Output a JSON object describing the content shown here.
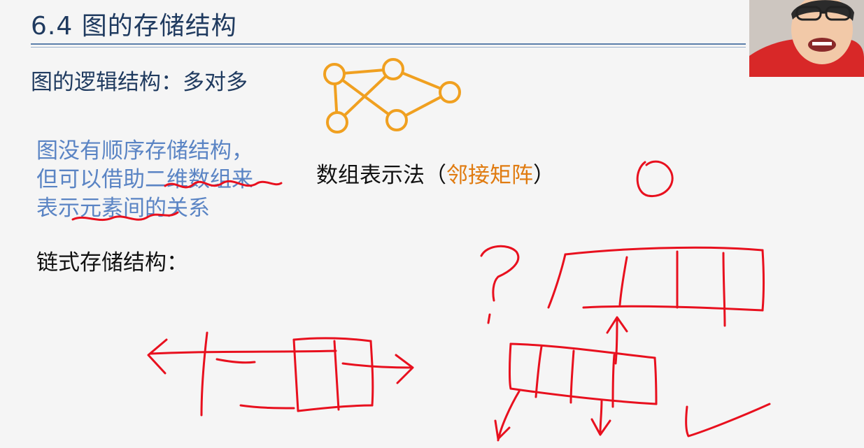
{
  "slide": {
    "title": "6.4 图的存储结构",
    "logic_label": "图的逻辑结构：多对多",
    "note_lines": [
      "图没有顺序存储结构，",
      "但可以借助二维数组来",
      "表示元素间的关系"
    ],
    "array_label_prefix": "数组表示法（",
    "array_label_highlight": "邻接矩阵",
    "array_label_suffix": "）",
    "linked_label": "链式存储结构："
  },
  "colors": {
    "title": "#1f3a5f",
    "note": "#5a84c4",
    "graph": "#f0a020",
    "highlight": "#e07b10",
    "ink": "#e8101e"
  },
  "icons": {
    "graph": "orange-graph-icon",
    "webcam": "presenter-webcam"
  }
}
